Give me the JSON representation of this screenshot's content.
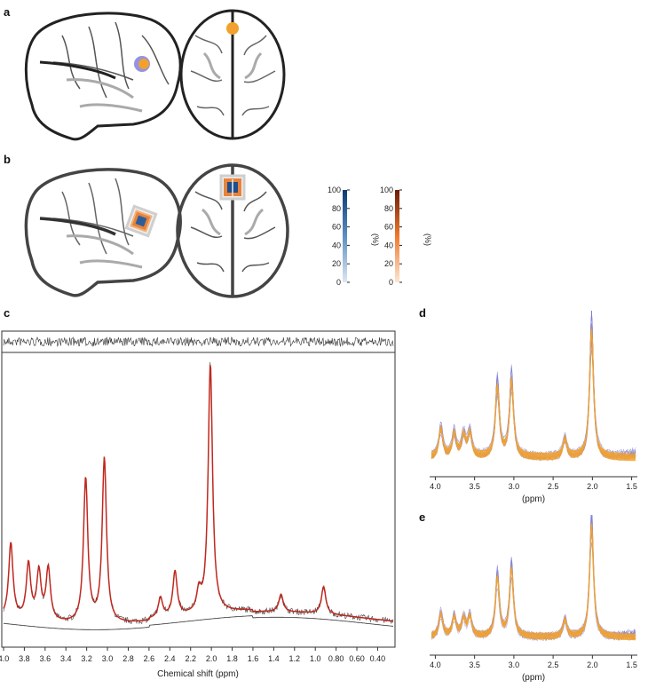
{
  "panels": {
    "a": "a",
    "b": "b",
    "c": "c",
    "d": "d",
    "e": "e"
  },
  "colorbars": {
    "blue": {
      "ticks": [
        "100",
        "80",
        "60",
        "40",
        "20",
        "0"
      ],
      "unit": "(%)",
      "top_color": "#0b3a73",
      "bottom_color": "#dfe8f3"
    },
    "orange": {
      "ticks": [
        "100",
        "80",
        "60",
        "40",
        "20",
        "0"
      ],
      "unit": "(%)",
      "top_color": "#6e1b06",
      "bottom_color": "#fde6d2"
    }
  },
  "chart_data": [
    {
      "type": "line",
      "panel": "c",
      "xlabel": "Chemical shift (ppm)",
      "x_ticks": [
        "4.0",
        "3.8",
        "3.6",
        "3.4",
        "3.2",
        "3.0",
        "2.8",
        "2.6",
        "2.4",
        "2.2",
        "2.0",
        "1.8",
        "1.6",
        "1.4",
        "1.2",
        "1.0",
        "0.80",
        "0.60",
        "0.40"
      ],
      "xlim": [
        4.0,
        0.25
      ],
      "x_reversed": true,
      "series_colors": {
        "data": "#444444",
        "fit": "#c0281f",
        "baseline": "#333333",
        "residual": "#333333"
      },
      "peaks": [
        {
          "ppm": 3.93,
          "height": 0.3
        },
        {
          "ppm": 3.76,
          "height": 0.22
        },
        {
          "ppm": 3.66,
          "height": 0.19
        },
        {
          "ppm": 3.57,
          "height": 0.21
        },
        {
          "ppm": 3.21,
          "height": 0.58
        },
        {
          "ppm": 3.03,
          "height": 0.66
        },
        {
          "ppm": 2.49,
          "height": 0.08
        },
        {
          "ppm": 2.35,
          "height": 0.18
        },
        {
          "ppm": 2.12,
          "height": 0.08
        },
        {
          "ppm": 2.01,
          "height": 1.0
        },
        {
          "ppm": 1.33,
          "height": 0.07
        },
        {
          "ppm": 0.92,
          "height": 0.11
        }
      ]
    },
    {
      "type": "line",
      "panel": "d",
      "xlabel": "(ppm)",
      "x_ticks": [
        "4.0",
        "3.5",
        "3.0",
        "2.5",
        "2.0",
        "1.5"
      ],
      "xlim": [
        4.05,
        1.45
      ],
      "x_reversed": true,
      "series_colors": {
        "mean": "#f2a12e",
        "individual": "#7a7ad0"
      },
      "peaks": [
        {
          "ppm": 3.93,
          "height": 0.22
        },
        {
          "ppm": 3.76,
          "height": 0.18
        },
        {
          "ppm": 3.64,
          "height": 0.16
        },
        {
          "ppm": 3.56,
          "height": 0.18
        },
        {
          "ppm": 3.21,
          "height": 0.55
        },
        {
          "ppm": 3.03,
          "height": 0.6
        },
        {
          "ppm": 2.35,
          "height": 0.14
        },
        {
          "ppm": 2.01,
          "height": 1.0
        }
      ]
    },
    {
      "type": "line",
      "panel": "e",
      "xlabel": "(ppm)",
      "x_ticks": [
        "4.0",
        "3.5",
        "3.0",
        "2.5",
        "2.0",
        "1.5"
      ],
      "xlim": [
        4.05,
        1.45
      ],
      "x_reversed": true,
      "series_colors": {
        "mean": "#f2a12e",
        "individual": "#7a7ad0"
      },
      "peaks": [
        {
          "ppm": 3.93,
          "height": 0.2
        },
        {
          "ppm": 3.76,
          "height": 0.17
        },
        {
          "ppm": 3.64,
          "height": 0.15
        },
        {
          "ppm": 3.56,
          "height": 0.17
        },
        {
          "ppm": 3.21,
          "height": 0.52
        },
        {
          "ppm": 3.03,
          "height": 0.6
        },
        {
          "ppm": 2.35,
          "height": 0.15
        },
        {
          "ppm": 2.01,
          "height": 1.0
        }
      ]
    }
  ]
}
